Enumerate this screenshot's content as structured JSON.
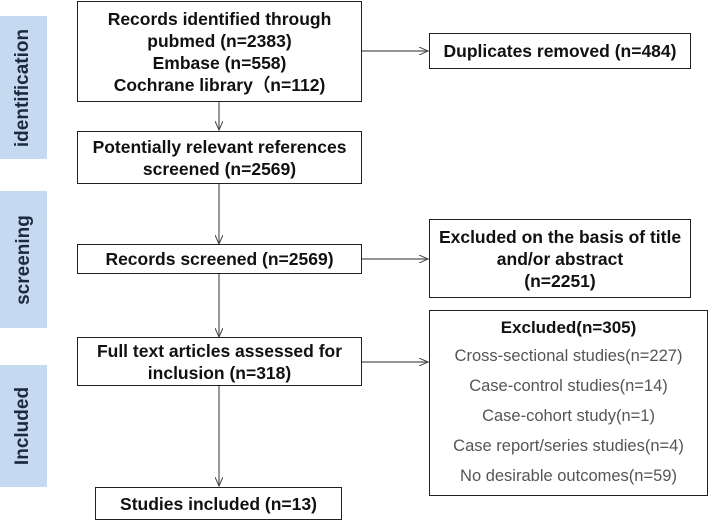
{
  "phases": {
    "identification": "identification",
    "screening": "screening",
    "included": "Included"
  },
  "boxes": {
    "records_identified": [
      "Records identified through",
      "pubmed (n=2383)",
      "Embase (n=558)",
      "Cochrane library（n=112)"
    ],
    "duplicates_removed": "Duplicates removed (n=484)",
    "potentially_relevant": [
      "Potentially relevant references",
      "screened (n=2569)"
    ],
    "records_screened": "Records  screened (n=2569)",
    "excluded_title_abstract": [
      "Excluded on the basis of title",
      "and/or abstract",
      "(n=2251)"
    ],
    "full_text": [
      "Full text articles assessed for",
      "inclusion (n=318)"
    ],
    "excluded_full_text": {
      "heading": "Excluded(n=305)",
      "reasons": [
        "Cross-sectional studies(n=227)",
        "Case-control studies(n=14)",
        "Case-cohort study(n=1)",
        "Case report/series studies(n=4)",
        "No desirable outcomes(n=59)"
      ]
    },
    "studies_included": "Studies included (n=13)"
  },
  "colors": {
    "phase_band": "#c5d9f1",
    "border": "#222222",
    "reason_text": "#555555"
  }
}
